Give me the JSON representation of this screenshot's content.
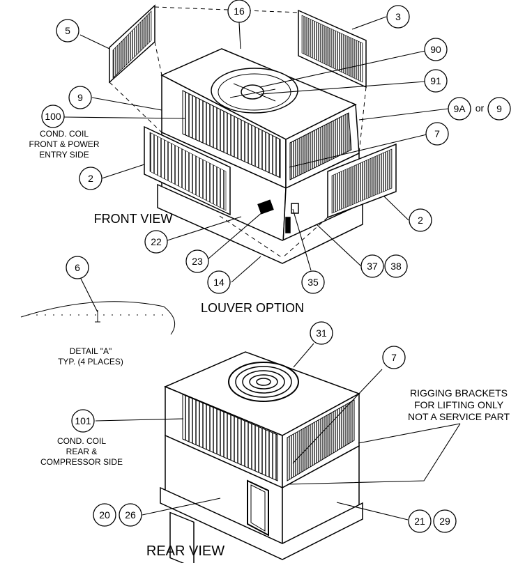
{
  "callouts": {
    "c16": "16",
    "c3": "3",
    "c5": "5",
    "c90": "90",
    "c91": "91",
    "c9": "9",
    "c9a": "9A",
    "c9b": "9",
    "c100": "100",
    "c7": "7",
    "c2a": "2",
    "c2b": "2",
    "c22": "22",
    "c23": "23",
    "c14": "14",
    "c35": "35",
    "c37": "37",
    "c38": "38",
    "c6": "6",
    "c31": "31",
    "c7b": "7",
    "c101": "101",
    "c20": "20",
    "c26": "26",
    "c21": "21",
    "c29": "29"
  },
  "connector_or": "or",
  "labels": {
    "cond_coil_front_1": "COND. COIL",
    "cond_coil_front_2": "FRONT & POWER",
    "cond_coil_front_3": "ENTRY SIDE",
    "front_view": "FRONT VIEW",
    "louver_option": "LOUVER OPTION",
    "detail_a_1": "DETAIL \"A\"",
    "detail_a_2": "TYP. (4 PLACES)",
    "cond_coil_rear_1": "COND. COIL",
    "cond_coil_rear_2": "REAR &",
    "cond_coil_rear_3": "COMPRESSOR SIDE",
    "rigging_1": "RIGGING BRACKETS",
    "rigging_2": "FOR LIFTING ONLY",
    "rigging_3": "NOT A SERVICE PART",
    "rear_view": "REAR VIEW"
  }
}
